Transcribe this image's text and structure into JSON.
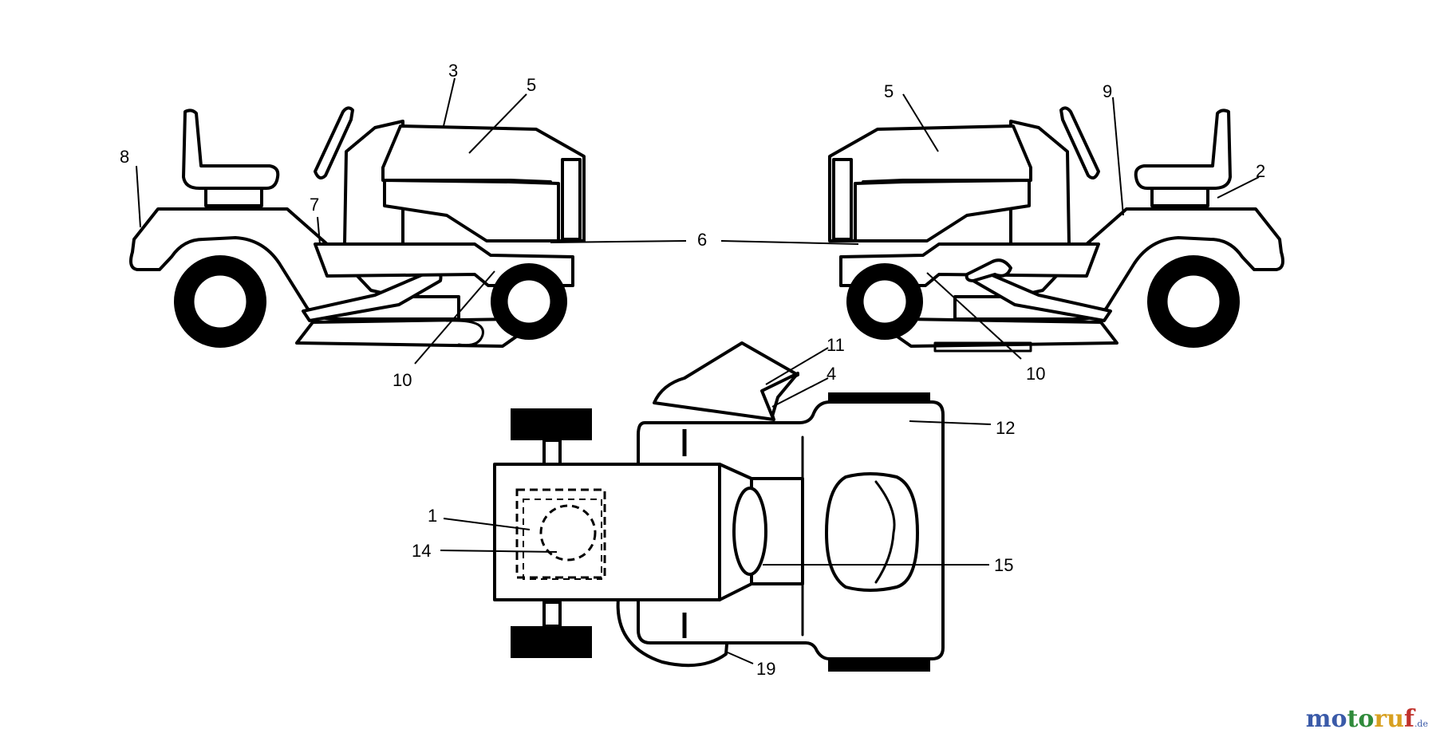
{
  "callouts": {
    "c1": "1",
    "c2": "2",
    "c3": "3",
    "c4": "4",
    "c5": "5",
    "c6": "6",
    "c7": "7",
    "c8": "8",
    "c9": "9",
    "c10": "10",
    "c11": "11",
    "c12": "12",
    "c14": "14",
    "c15": "15",
    "c19": "19"
  },
  "watermark": {
    "brand_a": "mo",
    "brand_b": "to",
    "brand_c": "ru",
    "brand_d": "f",
    "suffix": ".de"
  }
}
